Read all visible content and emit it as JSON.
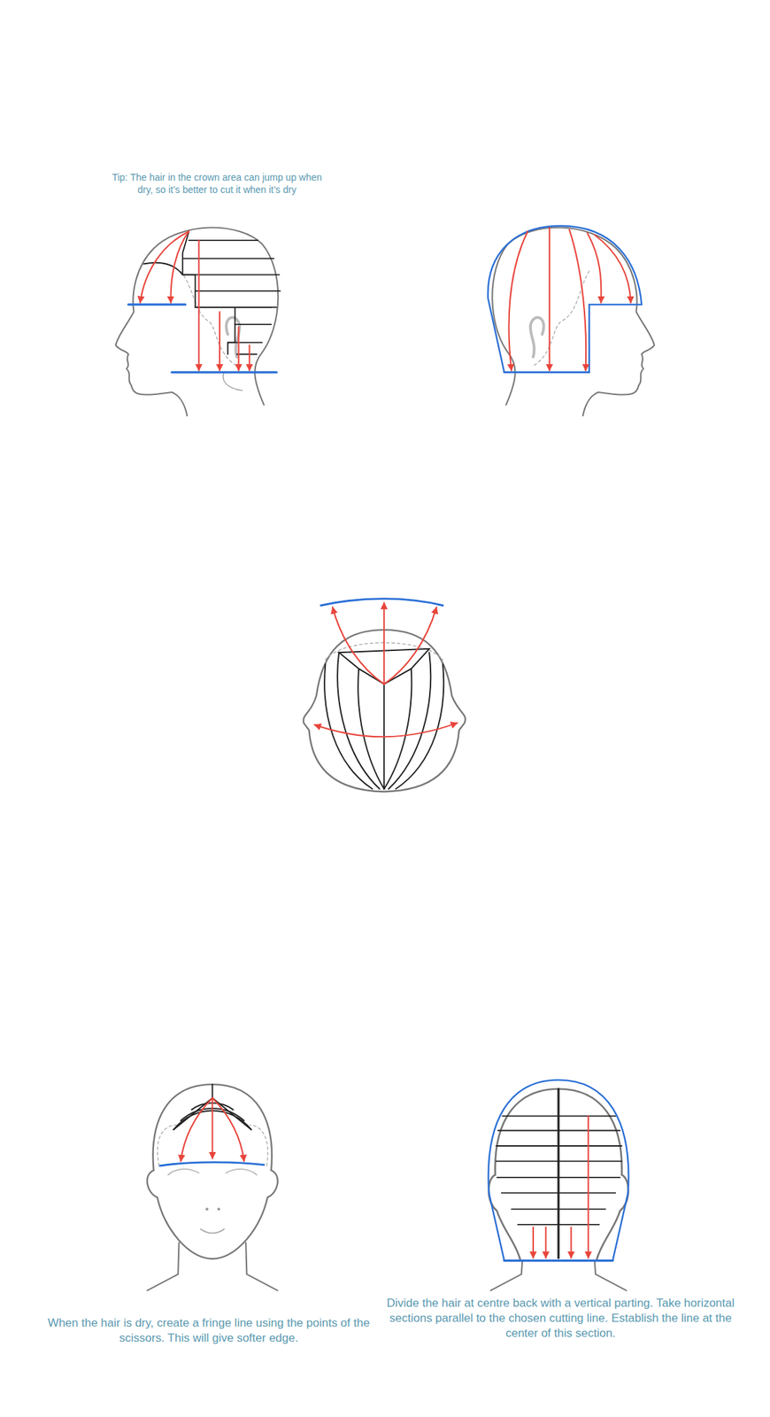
{
  "diagram": {
    "labels": [
      "Tip: The hair in the crown area can jump up when dry, so it’s better to cut it when it’s dry",
      "When the hair is dry, create a fringe line using the points of the scissors. This will give softer edge.",
      "Divide the hair at centre back with a vertical parting. Take horizontal sections parallel to the chosen cutting line. Establish the line at the center of this section."
    ]
  }
}
